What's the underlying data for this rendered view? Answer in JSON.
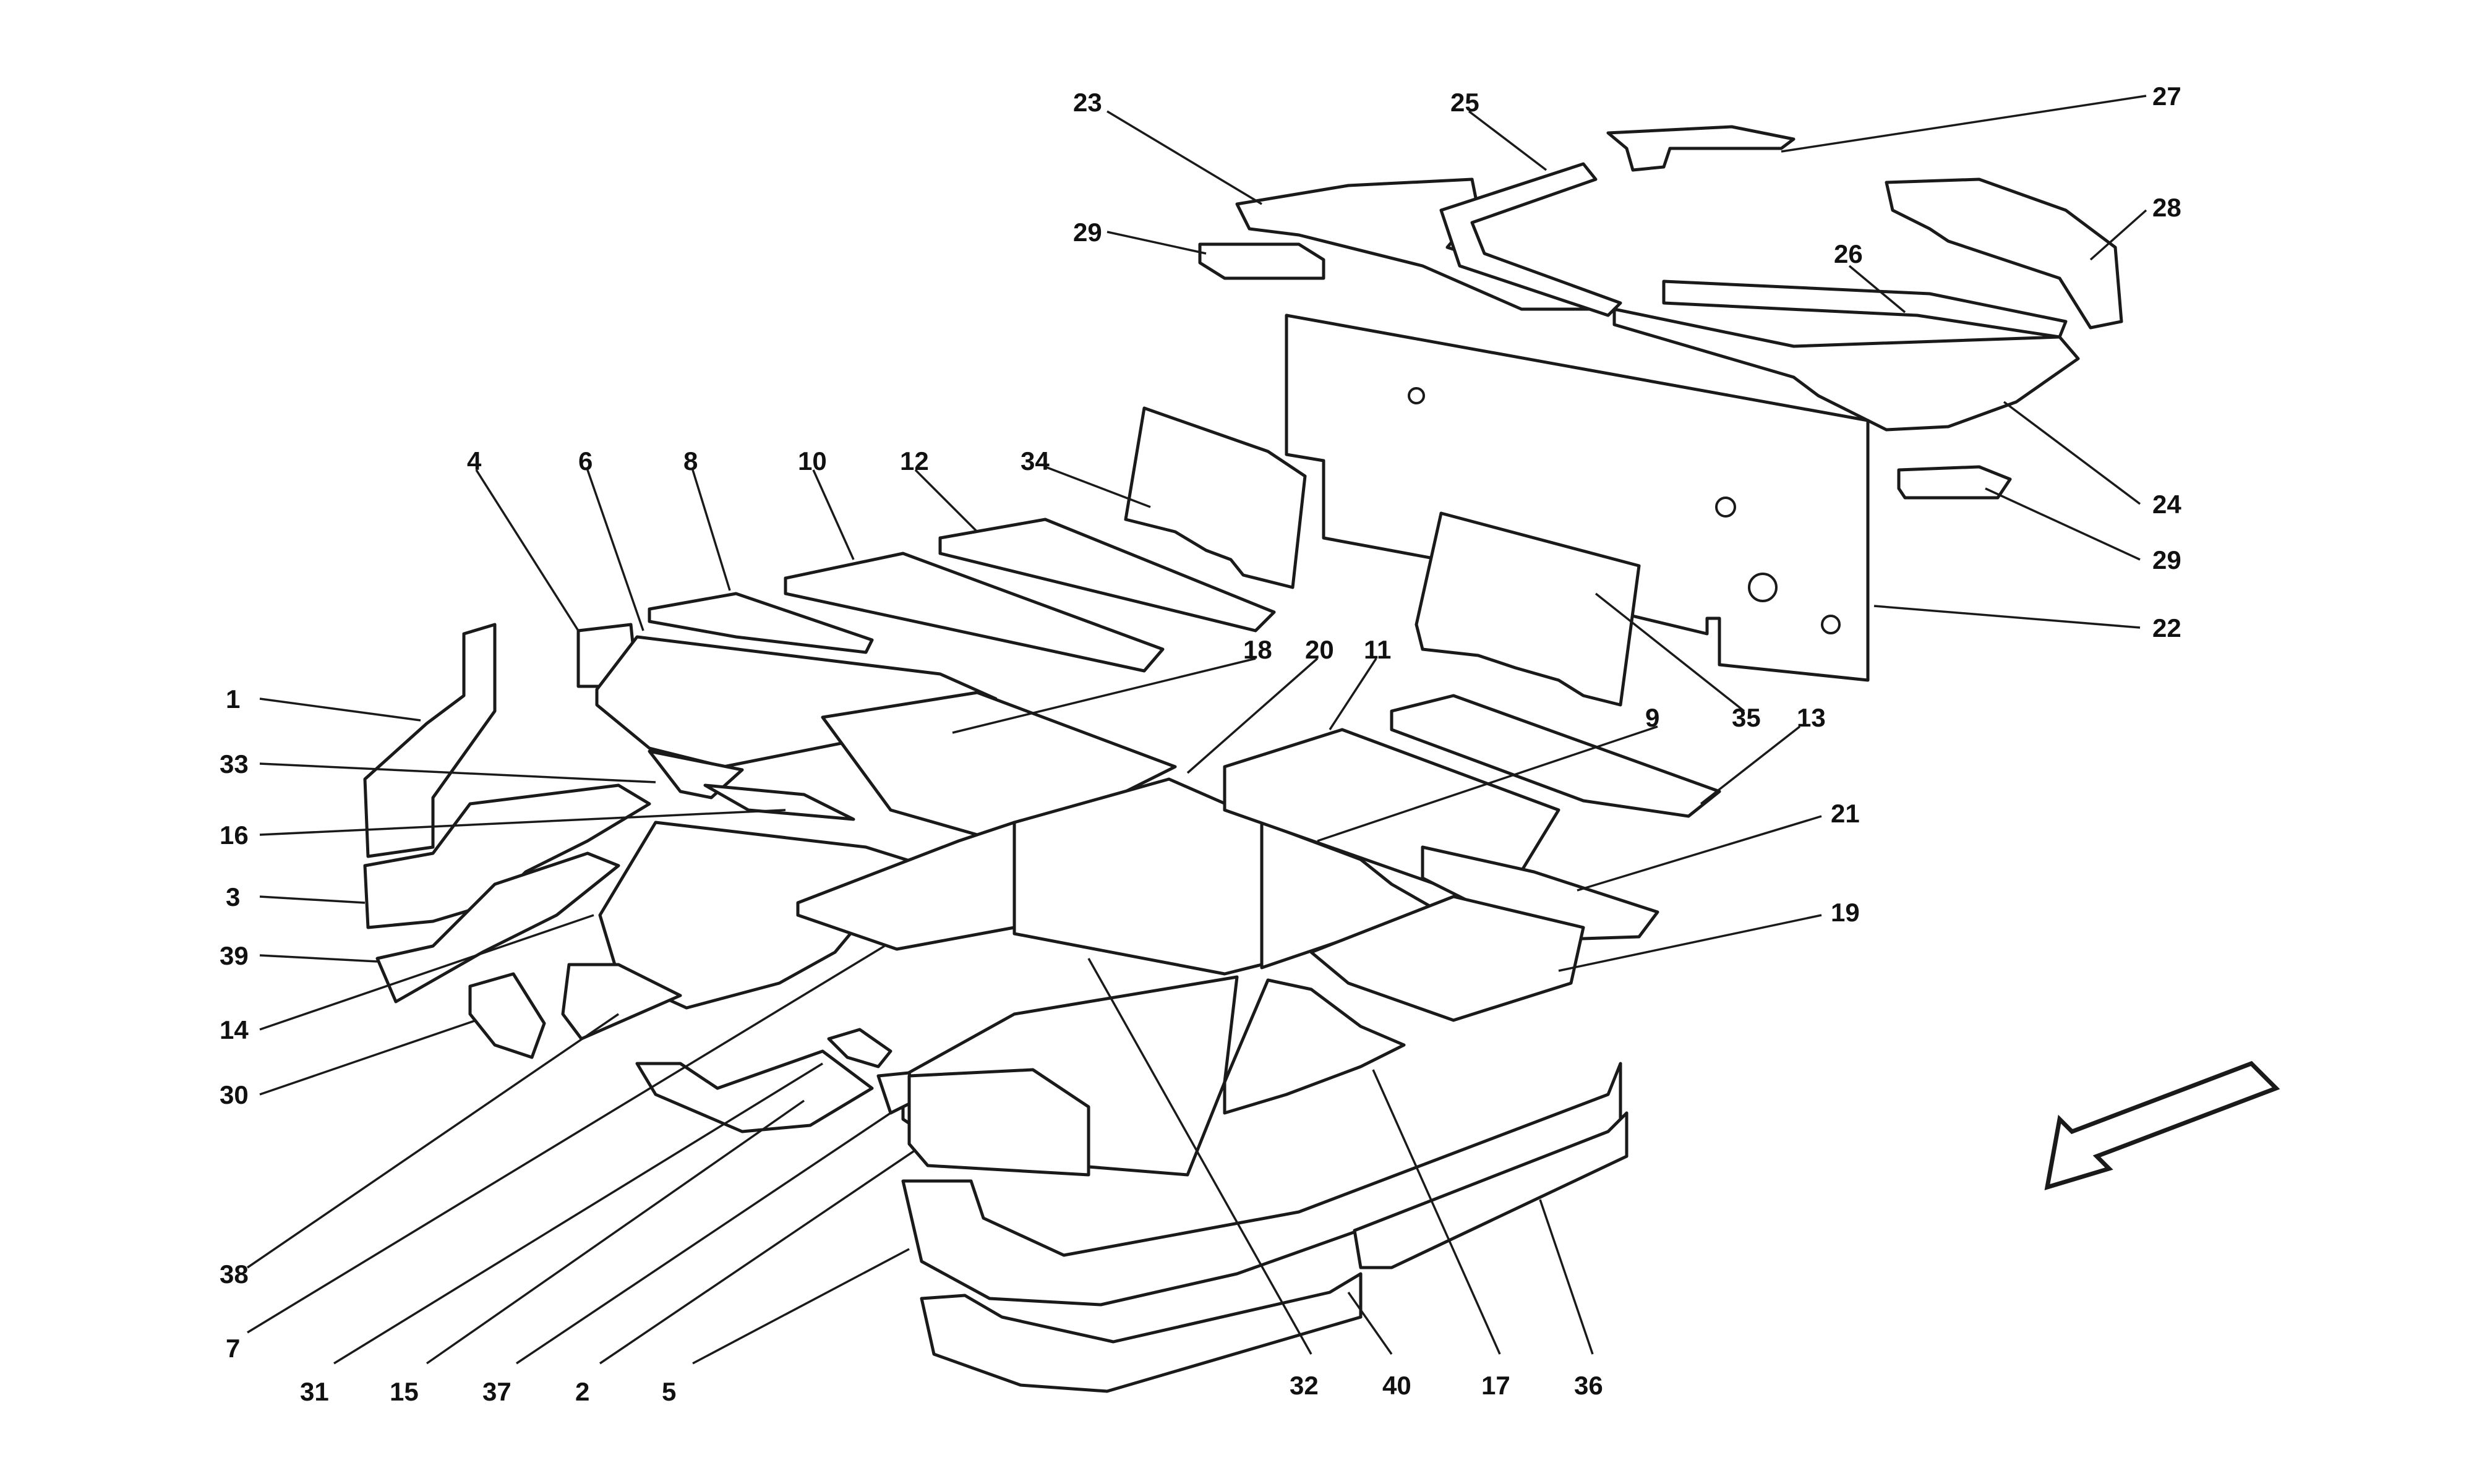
{
  "diagram": {
    "part_numbers": [
      "1",
      "2",
      "3",
      "4",
      "5",
      "6",
      "7",
      "8",
      "9",
      "10",
      "11",
      "12",
      "13",
      "14",
      "15",
      "16",
      "17",
      "18",
      "19",
      "20",
      "21",
      "22",
      "23",
      "24",
      "25",
      "26",
      "27",
      "28",
      "29",
      "29",
      "30",
      "31",
      "32",
      "33",
      "34",
      "35",
      "36",
      "37",
      "38",
      "39",
      "40"
    ],
    "direction_arrow": "front-direction-arrow"
  }
}
